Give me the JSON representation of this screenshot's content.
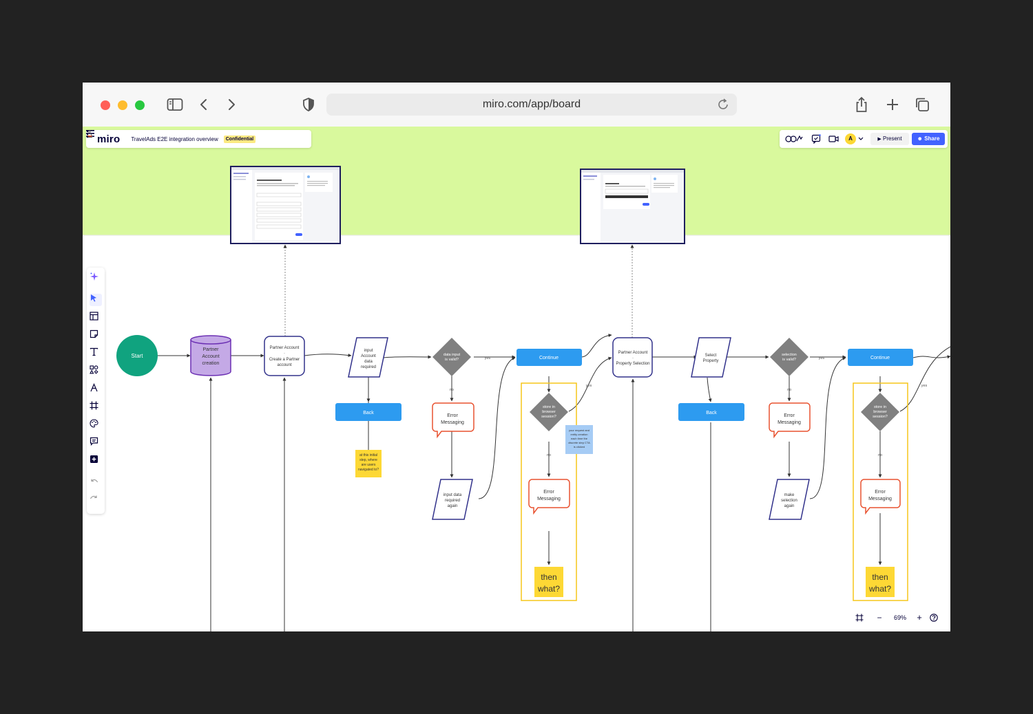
{
  "browser": {
    "url": "miro.com/app/board"
  },
  "board": {
    "logo": "miro",
    "title": "TravelAds E2E integration overview",
    "badge": "Confidential",
    "present_label": "Present",
    "share_label": "Share",
    "avatar_initial": "A",
    "zoom": "69%"
  },
  "flow": {
    "start": "Start",
    "db": [
      "Partner",
      "Account",
      "creation"
    ],
    "pa1": [
      "Partner Account",
      "-",
      "Create a Partner",
      "account"
    ],
    "input1": [
      "input",
      "Account",
      "data",
      "required"
    ],
    "valid1": [
      "data input",
      "is valid?"
    ],
    "yes": "yes",
    "no": "no",
    "continue_label": "Continue",
    "back_label": "Back",
    "error": [
      "Error",
      "Messaging"
    ],
    "input_again": [
      "input data",
      "required",
      "again"
    ],
    "store": [
      "store in",
      "browser",
      "session?"
    ],
    "then_what": [
      "then",
      "what?"
    ],
    "pa2": [
      "Partner Account",
      "-",
      "Property Selection"
    ],
    "select_prop": [
      "Select",
      "Property"
    ],
    "valid2": [
      "selection",
      "is valid?"
    ],
    "make_again": [
      "make",
      "selection",
      "again"
    ],
    "sticky_yellow": [
      "at this initial",
      "step, where",
      "are users",
      "navigated to?"
    ],
    "sticky_blue": [
      "your request and",
      "entity creation",
      "each time the",
      "discrete step CTA",
      "is clicked"
    ]
  },
  "colors": {
    "accent": "#4262ff",
    "green_band": "#d9f99d",
    "start": "#10a37f",
    "db": "#c4a9e6",
    "continue": "#2d9bf0",
    "diamond": "#808080",
    "error_border": "#e8512f",
    "sticky": "#fdd835",
    "frame": "#f5c518",
    "shape_border": "#30308a"
  }
}
